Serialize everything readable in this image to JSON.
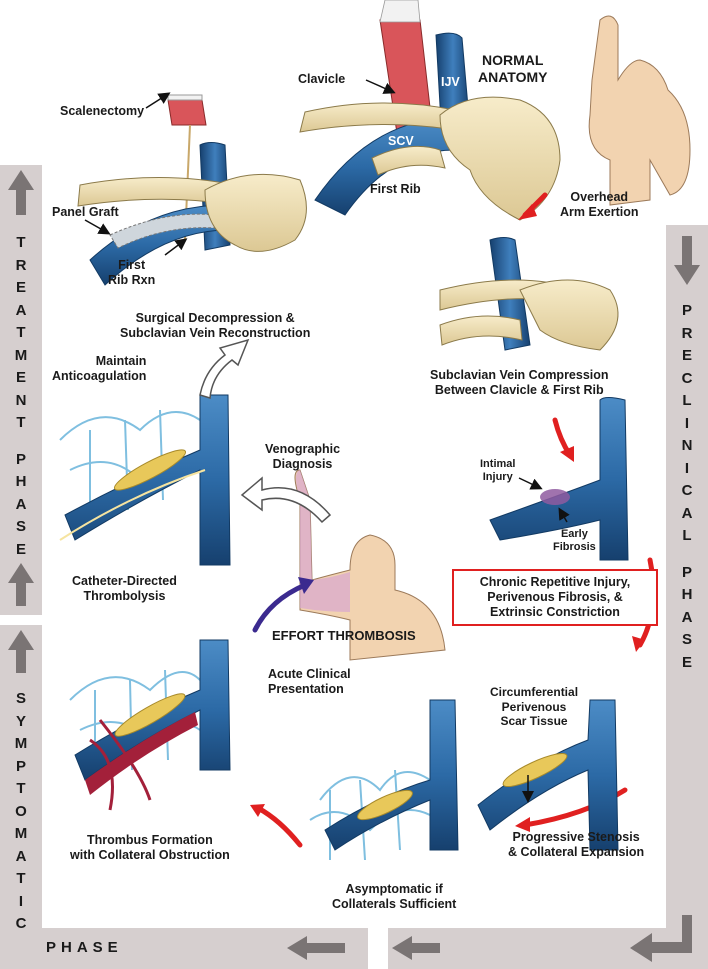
{
  "treatment_phase": {
    "letters": [
      "T",
      "R",
      "E",
      "A",
      "T",
      "M",
      "E",
      "N",
      "T",
      "",
      "P",
      "H",
      "A",
      "S",
      "E"
    ]
  },
  "preclinical_phase": {
    "letters": [
      "P",
      "R",
      "E",
      "C",
      "L",
      "I",
      "N",
      "I",
      "C",
      "A",
      "L",
      "",
      "P",
      "H",
      "A",
      "S",
      "E"
    ]
  },
  "symptomatic_phase": {
    "letters": [
      "S",
      "Y",
      "M",
      "P",
      "T",
      "O",
      "M",
      "A",
      "T",
      "I",
      "C"
    ],
    "bottom_word": "PHASE"
  },
  "normal_anatomy": {
    "title_line1": "NORMAL",
    "title_line2": "ANATOMY",
    "clavicle": "Clavicle",
    "ijv": "IJV",
    "scv": "SCV",
    "first_rib": "First Rib"
  },
  "overhead": {
    "line1": "Overhead",
    "line2": "Arm Exertion"
  },
  "compression": {
    "line1": "Subclavian Vein Compression",
    "line2": "Between Clavicle & First Rib"
  },
  "intimal": {
    "line1": "Intimal",
    "line2": "Injury"
  },
  "early_fibrosis": {
    "line1": "Early",
    "line2": "Fibrosis"
  },
  "chronic_box": {
    "line1": "Chronic Repetitive Injury,",
    "line2": "Perivenous Fibrosis, &",
    "line3": "Extrinsic Constriction"
  },
  "scar": {
    "line1": "Circumferential",
    "line2": "Perivenous",
    "line3": "Scar Tissue"
  },
  "stenosis": {
    "line1": "Progressive Stenosis",
    "line2": "& Collateral Expansion"
  },
  "asymptomatic": {
    "line1": "Asymptomatic if",
    "line2": "Collaterals Sufficient"
  },
  "thrombus": {
    "line1": "Thrombus Formation",
    "line2": "with Collateral Obstruction"
  },
  "acute": {
    "line1": "Acute Clinical",
    "line2": "Presentation"
  },
  "effort": {
    "label": "EFFORT THROMBOSIS"
  },
  "venographic": {
    "line1": "Venographic",
    "line2": "Diagnosis"
  },
  "catheter": {
    "line1": "Catheter-Directed",
    "line2": "Thrombolysis"
  },
  "maintain": {
    "line1": "Maintain",
    "line2": "Anticoagulation"
  },
  "surgical": {
    "line1": "Surgical Decompression &",
    "line2": "Subclavian Vein Reconstruction",
    "scalenectomy": "Scalenectomy",
    "panel_graft": "Panel Graft",
    "first_rib_rxn_1": "First",
    "first_rib_rxn_2": "Rib Rxn"
  },
  "colors": {
    "band": "#d6cfcf",
    "arrow_gray": "#7a7474",
    "red_arrow": "#e02020",
    "purple_arrow": "#3b2a8f",
    "vein_blue": "#2c6aa6",
    "bone": "#f1e3b8",
    "skin": "#f2d3b0",
    "fat": "#e8c85a",
    "thrombus": "#a3203a",
    "muscle": "#d9555a"
  }
}
